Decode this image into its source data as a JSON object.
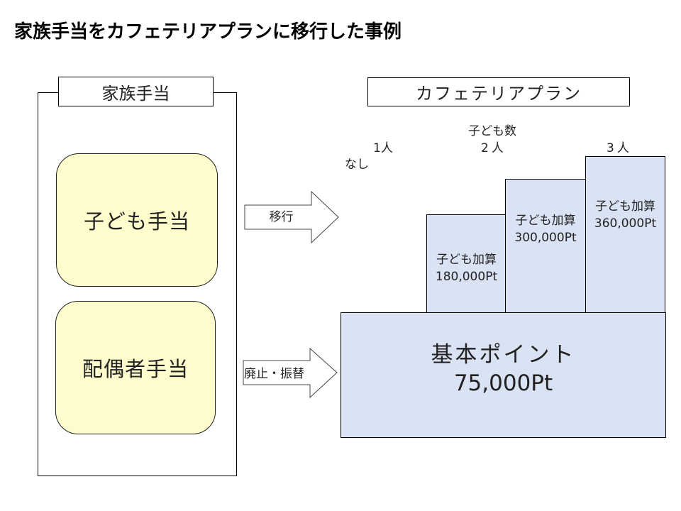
{
  "title": "家族手当をカフェテリアプランに移行した事例",
  "left": {
    "label": "家族手当",
    "items": [
      {
        "label": "子ども手当"
      },
      {
        "label": "配偶者手当"
      }
    ]
  },
  "arrows": [
    {
      "label": "移行"
    },
    {
      "label": "廃止・振替"
    }
  ],
  "right": {
    "label": "カフェテリアプラン",
    "children_count_label": "子ども数",
    "columns": [
      {
        "label": "なし"
      },
      {
        "label": "1人"
      },
      {
        "label": "2人"
      },
      {
        "label": "3人"
      }
    ],
    "bars": [
      {
        "title": "子ども加算",
        "value": "180,000Pt",
        "points": 180000
      },
      {
        "title": "子ども加算",
        "value": "300,000Pt",
        "points": 300000
      },
      {
        "title": "子ども加算",
        "value": "360,000Pt",
        "points": 360000
      }
    ],
    "base": {
      "title": "基本ポイント",
      "value": "75,000Pt",
      "points": 75000
    }
  },
  "colors": {
    "allowance_fill": "#fefccc",
    "plan_fill": "#dae3f3",
    "outline": "#000000"
  }
}
